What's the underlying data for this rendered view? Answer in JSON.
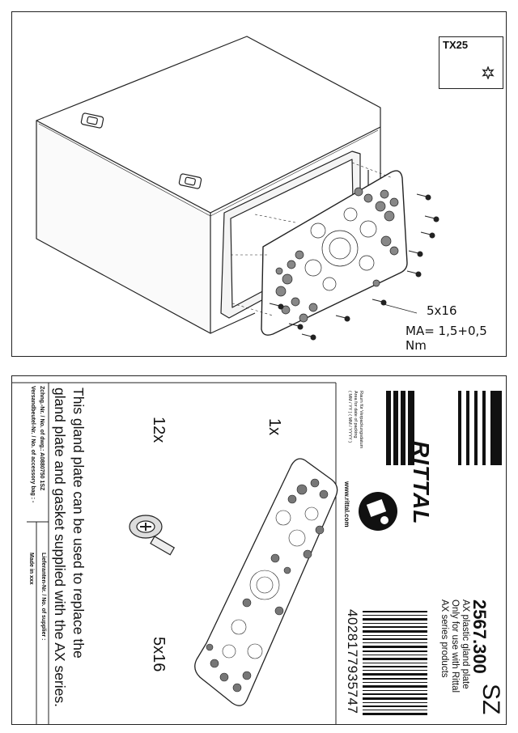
{
  "assembly": {
    "tool_label": "TX25",
    "screw_spec": "5x16",
    "torque_spec": "MA= 1,5+0,5 Nm"
  },
  "label": {
    "brand": "RITTAL",
    "website": "www.rittal.com",
    "pack_date_text": [
      "Raum für Verpackungsdatum",
      "Area for date of packing",
      "( MM / YY ) ( MM / YYYY )"
    ],
    "plate_qty": "1x",
    "screw_qty": "12x",
    "screw_size": "5x16",
    "description": [
      "This gland plate can be used to replace the",
      "gland plate and gasket supplied with the AX series."
    ],
    "footer_left": [
      "Zchng.-Nr. / No. of dwg.: A0880750 1SZ",
      "Versandbeutel-Nr. / No. of accessory bag : -"
    ],
    "made_in": "Made in xxx",
    "supplier": "Lieferanten-Nr. / No. of supplier :",
    "product_code": "SZ",
    "article_number": "2567.300",
    "product_lines": [
      "AX plastic gland plate",
      "Only for use with Rittal",
      "AX series products"
    ],
    "ean": "4028177935747"
  }
}
